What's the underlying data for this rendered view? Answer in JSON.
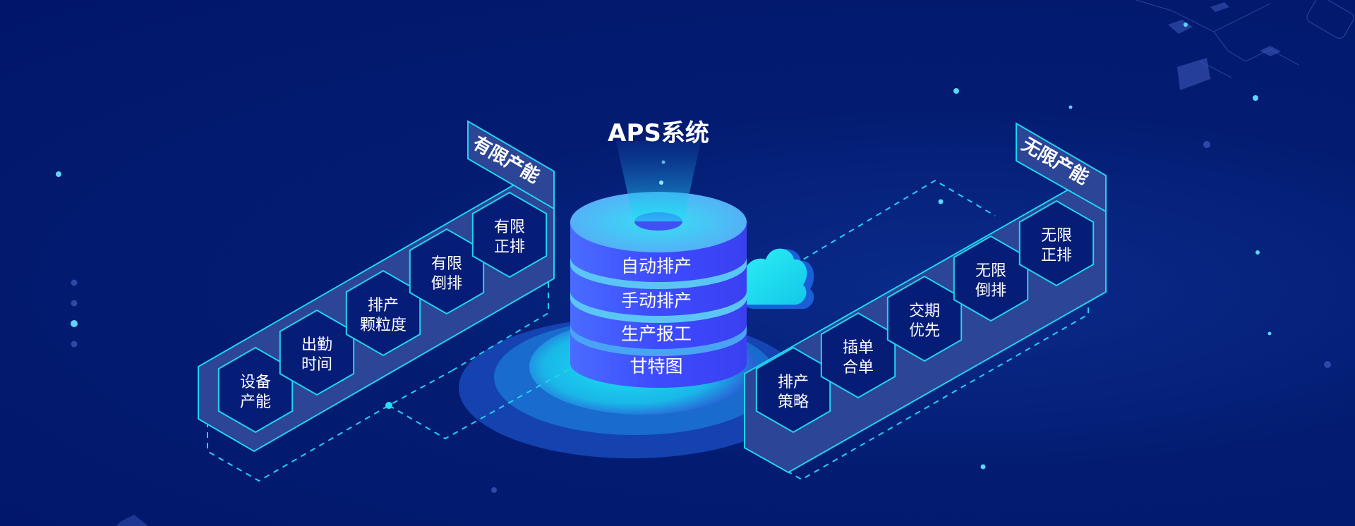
{
  "title": "APS系统",
  "cylinder": {
    "bands": [
      "自动排产",
      "手动排产",
      "生产报工",
      "甘特图"
    ]
  },
  "left_panel": {
    "title": "有限产能",
    "hexagons": [
      {
        "line1": "设备",
        "line2": "产能"
      },
      {
        "line1": "出勤",
        "line2": "时间"
      },
      {
        "line1": "排产",
        "line2": "颗粒度"
      },
      {
        "line1": "有限",
        "line2": "倒排"
      },
      {
        "line1": "有限",
        "line2": "正排"
      }
    ]
  },
  "right_panel": {
    "title": "无限产能",
    "hexagons": [
      {
        "line1": "排产",
        "line2": "策略"
      },
      {
        "line1": "插单",
        "line2": "合单"
      },
      {
        "line1": "交期",
        "line2": "优先"
      },
      {
        "line1": "无限",
        "line2": "倒排"
      },
      {
        "line1": "无限",
        "line2": "正排"
      }
    ]
  },
  "colors": {
    "background": "#021a6e",
    "accent_cyan": "#1fd3f0",
    "panel_fill": "#2c4596",
    "hex_fill": "#061d78",
    "cylinder_side": "#3d4bff",
    "cylinder_top": "#5bc6f5",
    "cloud": "#19e0f0"
  }
}
